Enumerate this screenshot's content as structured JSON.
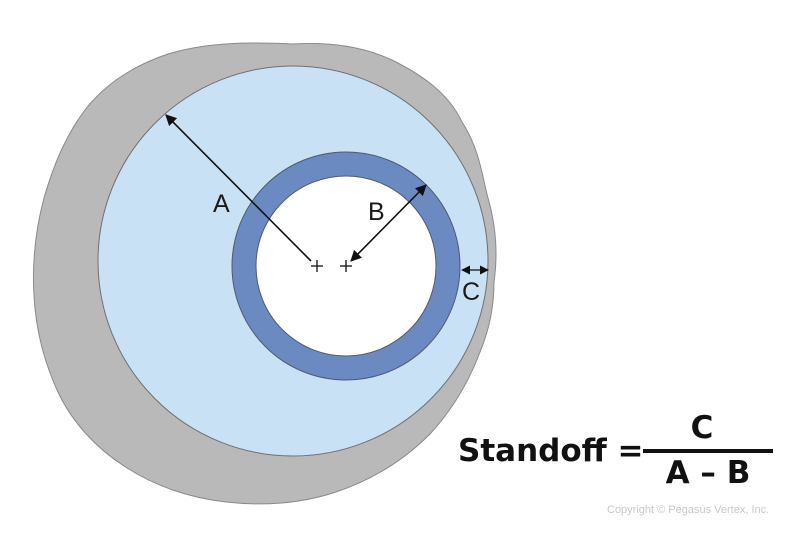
{
  "colors": {
    "formation": "#b9b9b9",
    "wellbore": "#c8e1f5",
    "casing_wall": "#6b8ac2",
    "casing_bore": "#ffffff",
    "outline": "#707070",
    "arrow": "#111111"
  },
  "labels": {
    "a": "A",
    "b": "B",
    "c": "C"
  },
  "formula": {
    "lhs": "Standoff =",
    "numerator": "C",
    "denominator": "A – B"
  },
  "copyright": "Copyright © Pegasus Vertex, Inc."
}
